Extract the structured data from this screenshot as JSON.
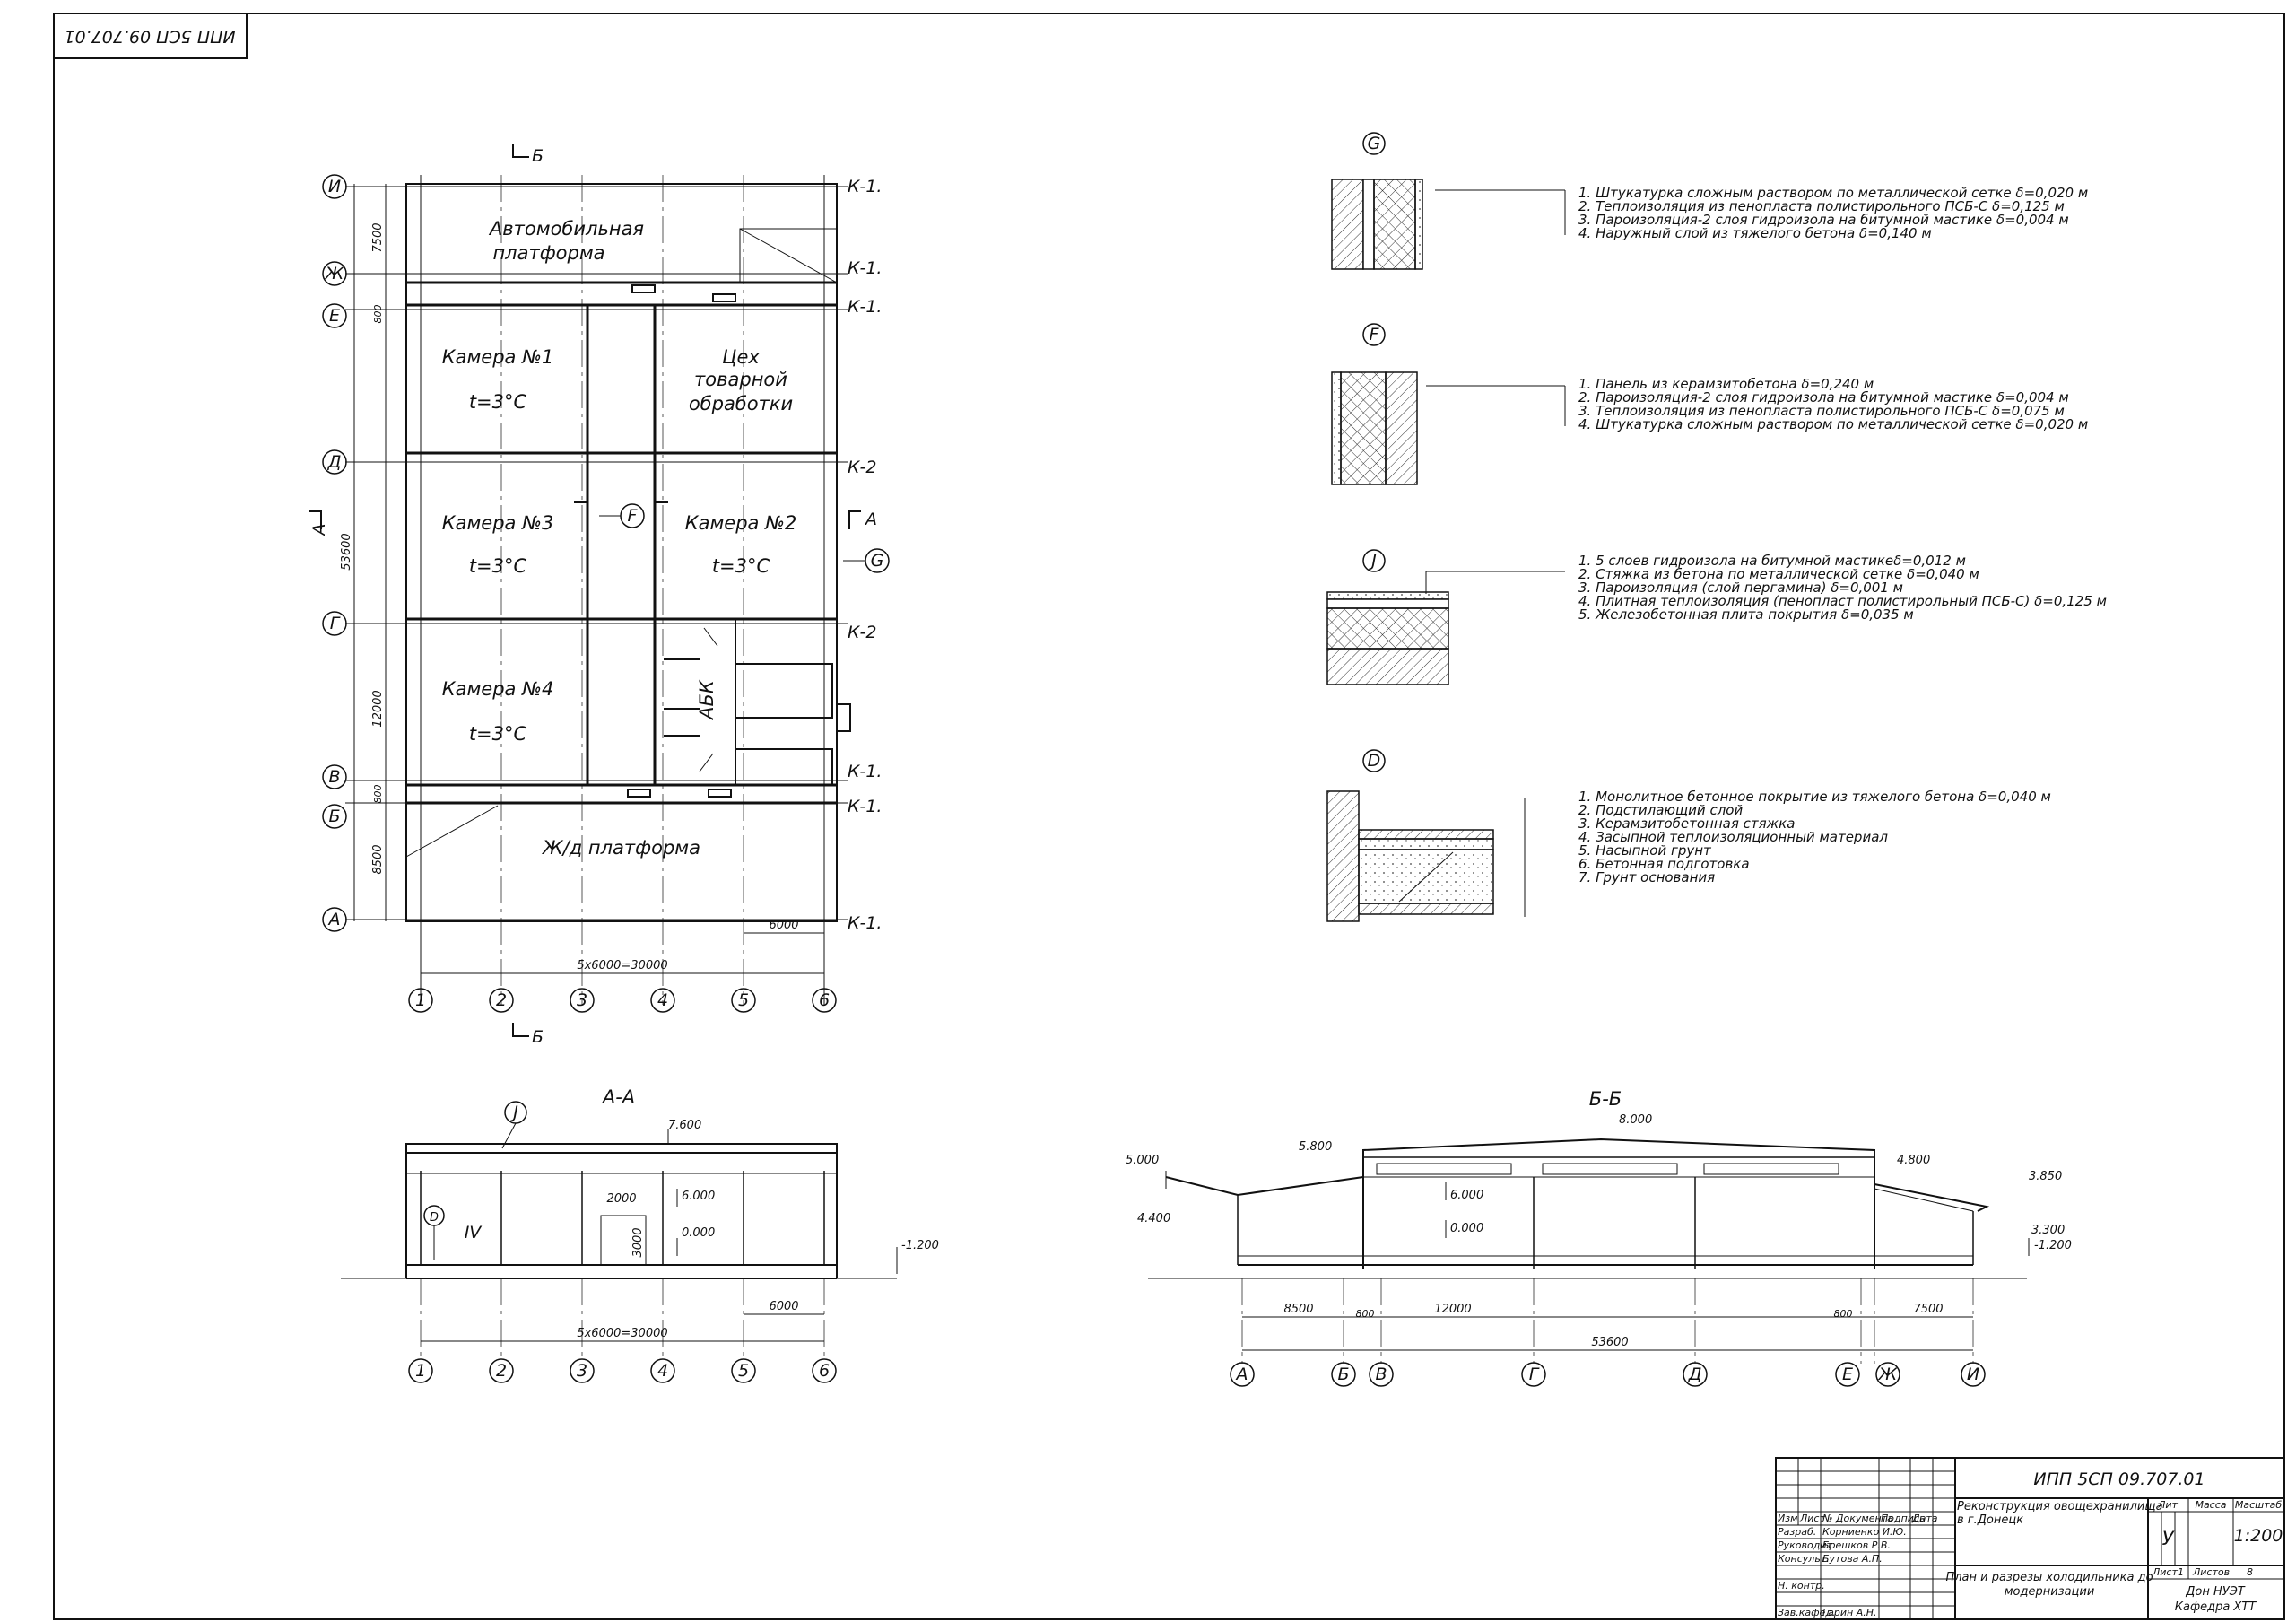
{
  "stamp_top": "ИПП 5СП 09.707.01",
  "plan": {
    "rooms": {
      "auto_1": "Автомобильная",
      "auto_2": "платформа",
      "cam1": "Камера №1",
      "cam2": "Камера №2",
      "cam3": "Камера №3",
      "cam4": "Камера №4",
      "temp": "t=3°C",
      "shop_1": "Цех",
      "shop_2": "товарной",
      "shop_3": "обработки",
      "abk": "АБК",
      "rail": "Ж/д платформа"
    },
    "row_axes": [
      "И",
      "Ж",
      "Е",
      "Д",
      "Г",
      "В",
      "Б",
      "А"
    ],
    "col_axes": [
      "1",
      "2",
      "3",
      "4",
      "5",
      "6"
    ],
    "right_marks": [
      "К-1.",
      "К-1.",
      "К-1.",
      "К-2",
      "К-2",
      "К-1.",
      "К-1.",
      "К-1."
    ],
    "dims": {
      "d7500": "7500",
      "d800a": "800",
      "d53600": "53600",
      "d12000": "12000",
      "d800b": "800",
      "d8500": "8500",
      "d6000": "6000",
      "total": "5х6000=30000"
    },
    "section_marks": {
      "b_top": "Б",
      "b_bottom": "Б",
      "a_left": "А",
      "a_right": "А"
    },
    "callouts": {
      "f": "F",
      "g": "G"
    }
  },
  "details": {
    "g": {
      "mark": "G",
      "layers": [
        "1.  Штукатурка сложным раствором по металлической сетке δ=0,020 м",
        "2.  Теплоизоляция из пенопласта полистирольного ПСБ-С δ=0,125 м",
        "3.  Пароизоляция-2 слоя гидроизола на битумной мастике δ=0,004 м",
        "4.  Наружный слой из тяжелого бетона δ=0,140 м"
      ]
    },
    "f": {
      "mark": "F",
      "layers": [
        "1.  Панель из керамзитобетона δ=0,240 м",
        "2.  Пароизоляция-2 слоя гидроизола на битумной мастике δ=0,004 м",
        "3.  Теплоизоляция из пенопласта полистирольного ПСБ-С δ=0,075 м",
        "4.  Штукатурка сложным раствором по металлической сетке δ=0,020 м"
      ]
    },
    "j": {
      "mark": "J",
      "layers": [
        "1.  5 слоев гидроизола на битумной мастикеδ=0,012 м",
        "2.  Стяжка из бетона по металлической сетке δ=0,040 м",
        "3.  Пароизоляция (слой пергамина) δ=0,001 м",
        "4.  Плитная теплоизоляция (пенопласт полистирольный ПСБ-С) δ=0,125 м",
        "5.  Железобетонная плита покрытия δ=0,035 м"
      ]
    },
    "d": {
      "mark": "D",
      "layers": [
        "1.  Монолитное бетонное покрытие из тяжелого бетона δ=0,040 м",
        "2.  Подстилающий слой",
        "3.  Керамзитобетонная стяжка",
        "4.  Засыпной теплоизоляционный материал",
        "5.  Насыпной грунт",
        "6.  Бетонная подготовка",
        "7.  Грунт основания"
      ]
    }
  },
  "section_aa": {
    "title": "А-А",
    "mark_j": "J",
    "mark_d": "D",
    "room": "IV",
    "levels": {
      "top": "7.600",
      "ceil": "6.000",
      "floor": "0.000",
      "ground": "-1.200"
    },
    "door_w": "2000",
    "door_h": "3000",
    "dim6000": "6000",
    "total": "5х6000=30000",
    "col_axes": [
      "1",
      "2",
      "3",
      "4",
      "5",
      "6"
    ]
  },
  "section_bb": {
    "title": "Б-Б",
    "levels": {
      "ridge": "8.000",
      "left_top": "5.800",
      "left_eave": "5.000",
      "left_low": "4.400",
      "ceil": "6.000",
      "floor": "0.000",
      "right_top": "4.800",
      "right_eave": "3.850",
      "right_low": "3.300",
      "ground": "-1.200"
    },
    "dims": {
      "d8500": "8500",
      "d800a": "800",
      "d12000": "12000",
      "total": "53600",
      "d800b": "800",
      "d7500": "7500"
    },
    "axes": [
      "А",
      "Б",
      "В",
      "Г",
      "Д",
      "Е",
      "Ж",
      "И"
    ]
  },
  "title_block": {
    "code": "ИПП 5СП 09.707.01",
    "project_1": "Реконструкция овощехранилища",
    "project_2": "в г.Донецк",
    "sheet_1": "План и разрезы холодильника до",
    "sheet_2": "модернизации",
    "head": {
      "izm": "Изм",
      "list": "Лист",
      "doc": "№ Документа",
      "sign": "Подпись",
      "date": "Дата"
    },
    "roles": [
      "Разраб.",
      "Руководит.",
      "Консульт.",
      "",
      "Н. контр.",
      "Зав.кафед."
    ],
    "names": [
      "Корниенко И.Ю.",
      "Брешков Р.В.",
      "Бутова А.П.",
      "",
      "",
      "Гарин А.Н."
    ],
    "lit_label": "Лит",
    "mass_label": "Масса",
    "scale_label": "Масштаб",
    "lit_value": "У",
    "scale_value": "1:200",
    "sheet_label": "Лист",
    "sheet_value": "1",
    "sheets_label": "Листов",
    "sheets_value": "8",
    "org_1": "Дон НУЭТ",
    "org_2": "Кафедра ХТТ"
  }
}
